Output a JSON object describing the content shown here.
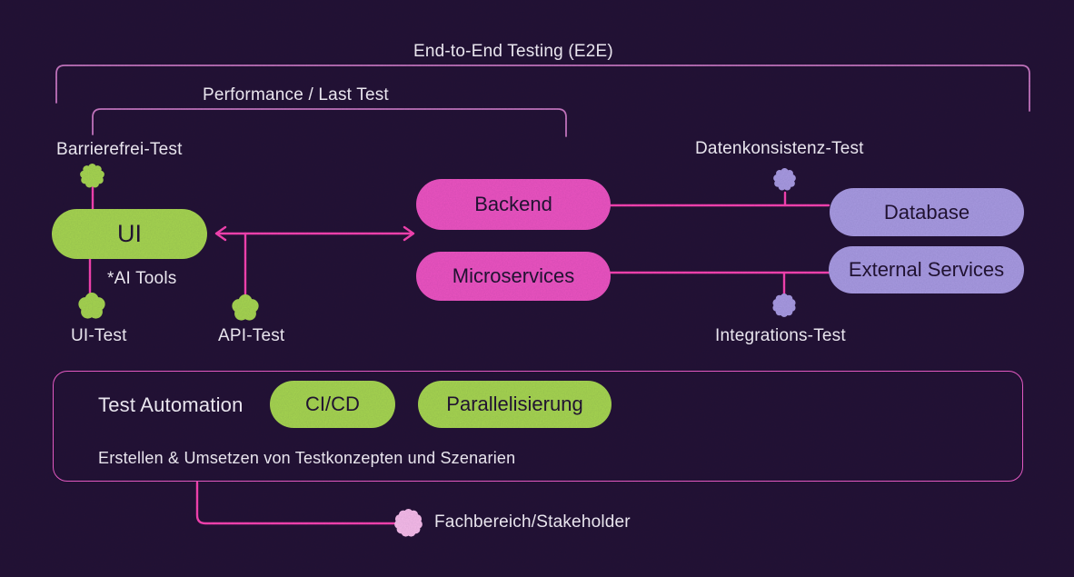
{
  "palette": {
    "background": "#231233",
    "green": "#a6d54f",
    "pink": "#ec53c0",
    "purple": "#a89ae0",
    "line_bright": "#f843b0",
    "line_soft": "#c877c0",
    "box_border": "#ee5ec8",
    "flower_light_pink": "#f6bbe8",
    "text_light": "#f5f1f7",
    "text_dark": "#221330"
  },
  "brackets": {
    "e2e_label": "End-to-End Testing (E2E)",
    "performance_label": "Performance / Last Test"
  },
  "nodes": {
    "ui": "UI",
    "backend": "Backend",
    "microservices": "Microservices",
    "database": "Database",
    "external_services": "External Services"
  },
  "test_labels": {
    "barrierefrei": "Barrierefrei-Test",
    "ui_test": "UI-Test",
    "api_test": "API-Test",
    "ai_tools": "*AI Tools",
    "datenkonsistenz": "Datenkonsistenz-Test",
    "integrations": "Integrations-Test"
  },
  "automation_box": {
    "title": "Test Automation",
    "pills": [
      {
        "label": "CI/CD"
      },
      {
        "label": "Parallelisierung"
      }
    ],
    "subtitle": "Erstellen & Umsetzen von Testkonzepten und Szenarien"
  },
  "stakeholder": {
    "label": "Fachbereich/Stakeholder"
  },
  "icons": {
    "test_marker_green": "flower-icon",
    "test_marker_purple": "flower-icon",
    "stakeholder_marker": "flower-icon"
  }
}
